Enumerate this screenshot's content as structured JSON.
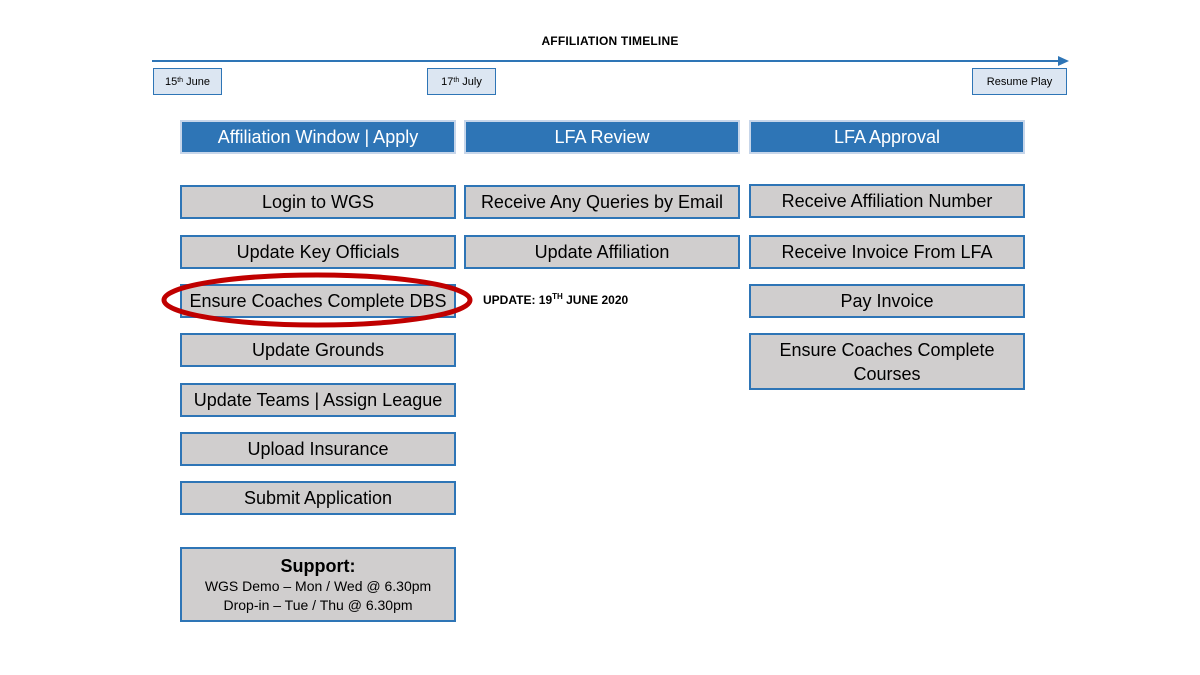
{
  "title": "AFFILIATION TIMELINE",
  "colors": {
    "accent_blue": "#2e75b6",
    "milestone_fill": "#dce6f2",
    "step_fill": "#d0cece",
    "highlight_red": "#c00000"
  },
  "timeline": {
    "milestones": [
      {
        "num": "15",
        "sup": "th",
        "text": " June"
      },
      {
        "num": "17",
        "sup": "th",
        "text": " July"
      },
      {
        "label": "Resume Play"
      }
    ]
  },
  "columns": [
    {
      "header": "Affiliation Window | Apply",
      "steps": [
        "Login to WGS",
        "Update Key Officials",
        "Ensure Coaches Complete DBS",
        "Update Grounds",
        "Update Teams | Assign League",
        "Upload Insurance",
        "Submit Application"
      ]
    },
    {
      "header": "LFA Review",
      "steps": [
        "Receive Any Queries by Email",
        "Update Affiliation"
      ]
    },
    {
      "header": "LFA Approval",
      "steps": [
        "Receive Affiliation Number",
        "Receive Invoice From LFA",
        "Pay Invoice",
        "Ensure Coaches Complete Courses"
      ]
    }
  ],
  "update_note": {
    "prefix": "UPDATE: 19",
    "sup": "TH",
    "suffix": " JUNE 2020"
  },
  "support": {
    "title": "Support:",
    "lines": [
      "WGS Demo – Mon / Wed @ 6.30pm",
      "Drop-in – Tue / Thu @ 6.30pm"
    ]
  },
  "highlighted_step": "Ensure Coaches Complete DBS"
}
